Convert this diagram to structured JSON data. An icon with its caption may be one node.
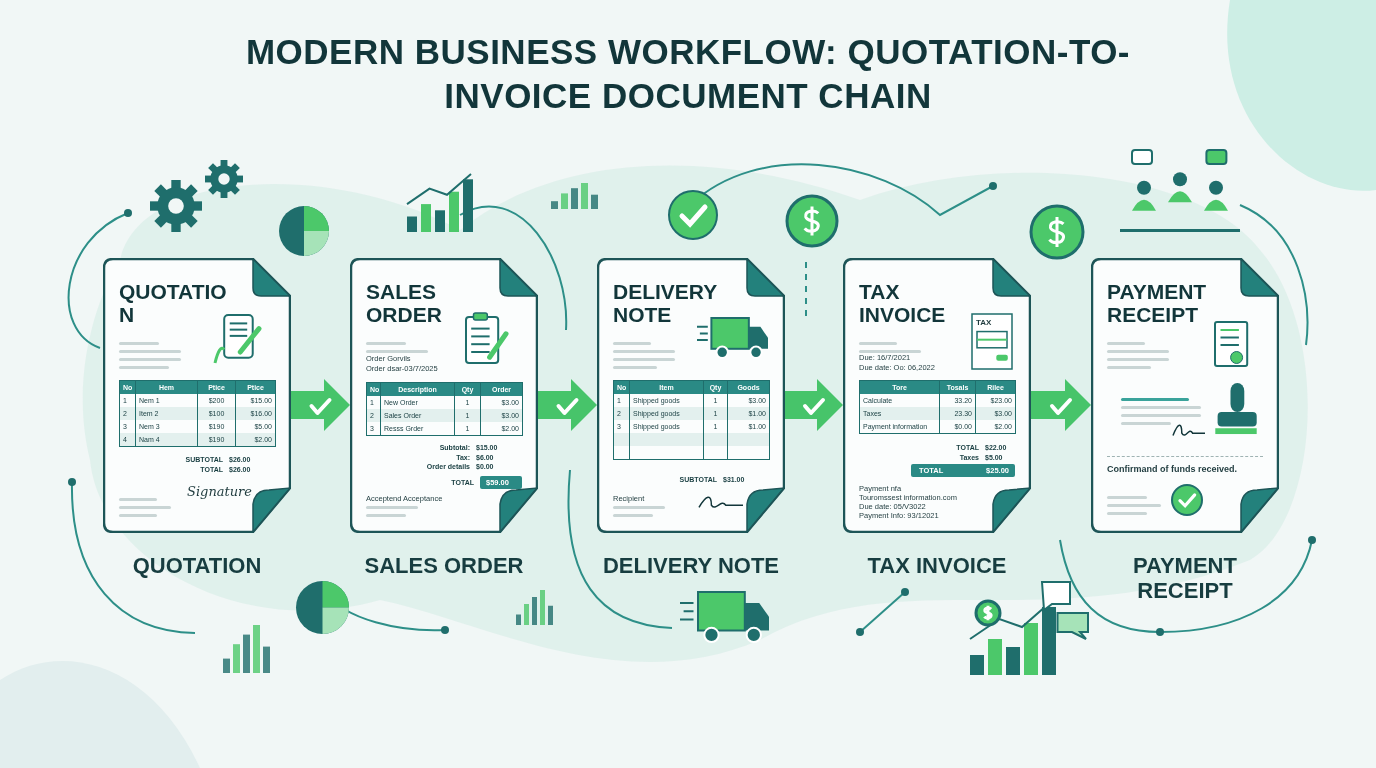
{
  "diagram": {
    "title": "MODERN BUSINESS WORKFLOW: QUOTATION-TO-INVOICE DOCUMENT CHAIN",
    "nodes": [
      {
        "text": [
          "QUOTATIO N",
          "No",
          "Hem",
          "Ptice",
          "Ptice",
          "1",
          "Nem 1",
          "$200",
          "$15.00",
          "2",
          "Item 2",
          "$100",
          "$16.00",
          "3",
          "Nem 3",
          "$190",
          "$5.00",
          "4",
          "Nam 4",
          "$190",
          "$2.00",
          "SUBTOTAL",
          "$26.00",
          "TOTAL",
          "$26.00",
          "Signature"
        ],
        "beside": [
          "QUOTATION"
        ]
      },
      {
        "text": [
          "SALES ORDER",
          "Order Gorvils",
          "Order dsar-03/7/2025",
          "No",
          "Description",
          "Qty",
          "Order",
          "1",
          "New Order",
          "1",
          "$3.00",
          "2",
          "Sales Order",
          "1",
          "$3.00",
          "3",
          "Resss Grder",
          "1",
          "$2.00",
          "Subtotal:",
          "$15.00",
          "Tax:",
          "$6.00",
          "Order details",
          "$0.00",
          "TOTAL",
          "$59.00",
          "Acceptend Acceptance"
        ],
        "beside": [
          "SALES ORDER"
        ]
      },
      {
        "text": [
          "DELIVERY NOTE",
          "No",
          "Item",
          "Qty",
          "Goods",
          "1",
          "Shipped goods",
          "1",
          "$3.00",
          "2",
          "Shipped goods",
          "1",
          "$1.00",
          "3",
          "Shipped goods",
          "1",
          "$1.00",
          "SUBTOTAL",
          "$31.00",
          "Recipient"
        ],
        "beside": [
          "DELIVERY NOTE"
        ]
      },
      {
        "text": [
          "TAX INVOICE",
          "TAX",
          "Due: 16/7/2021",
          "Due date: Oo: 06,2022",
          "Tore",
          "Tosals",
          "Rilee",
          "Calculate",
          "33.20",
          "$23.00",
          "Taxes",
          "23.30",
          "$3.00",
          "Payment information",
          "$0.00",
          "$2.00",
          "TOTAL",
          "$22.00",
          "Taxes",
          "$5.00",
          "TOTAL",
          "$25.00",
          "Payment nfa",
          "Touromssest information.com",
          "Due date: 05/V3022",
          "Payment Info: 93/12021"
        ],
        "beside": [
          "TAX INVOICE"
        ]
      },
      {
        "text": [
          "PAYMENT RECEIPT",
          "Confirmand of funds received."
        ],
        "beside": [
          "PAYMENT RECEIPT"
        ]
      }
    ],
    "edges": [
      {
        "from": 0,
        "to": 1,
        "arrow": "to"
      },
      {
        "from": 1,
        "to": 2,
        "arrow": "to"
      },
      {
        "from": 2,
        "to": 3,
        "arrow": "to"
      },
      {
        "from": 3,
        "to": 4,
        "arrow": "to"
      }
    ]
  }
}
